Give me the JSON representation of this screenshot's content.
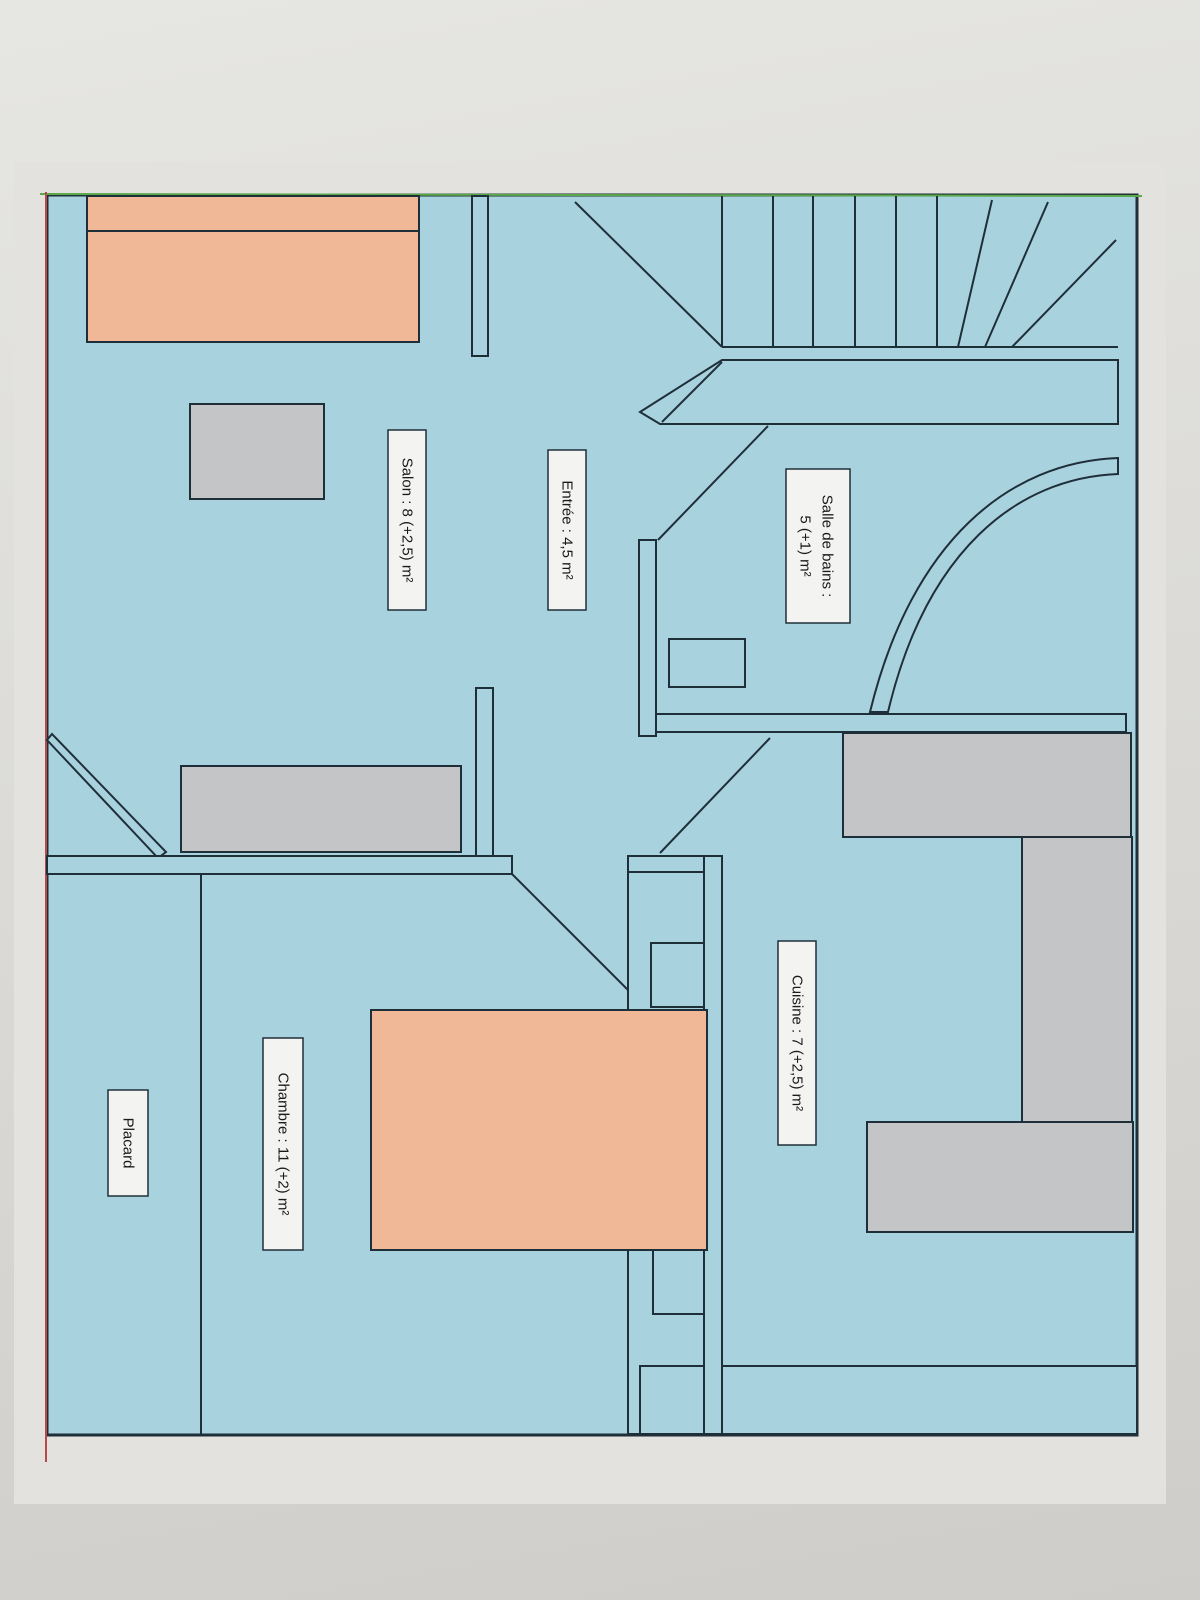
{
  "plan": {
    "colors": {
      "floor": "#a9d2df",
      "wall": "#1f2f3a",
      "bed": "#f0b896",
      "furniture": "#c3c5c7",
      "label_bg": "#f3f3f1",
      "paper": "#e3e2de"
    },
    "labels": {
      "salon": "Salon : 8 (+2,5) m²",
      "entree": "Entrée : 4,5 m²",
      "sdb_line1": "Salle de bains :",
      "sdb_line2": "5 (+1) m²",
      "cuisine": "Cuisine : 7 (+2,5) m²",
      "chambre": "Chambre : 11 (+2) m²",
      "placard": "Placard"
    }
  }
}
